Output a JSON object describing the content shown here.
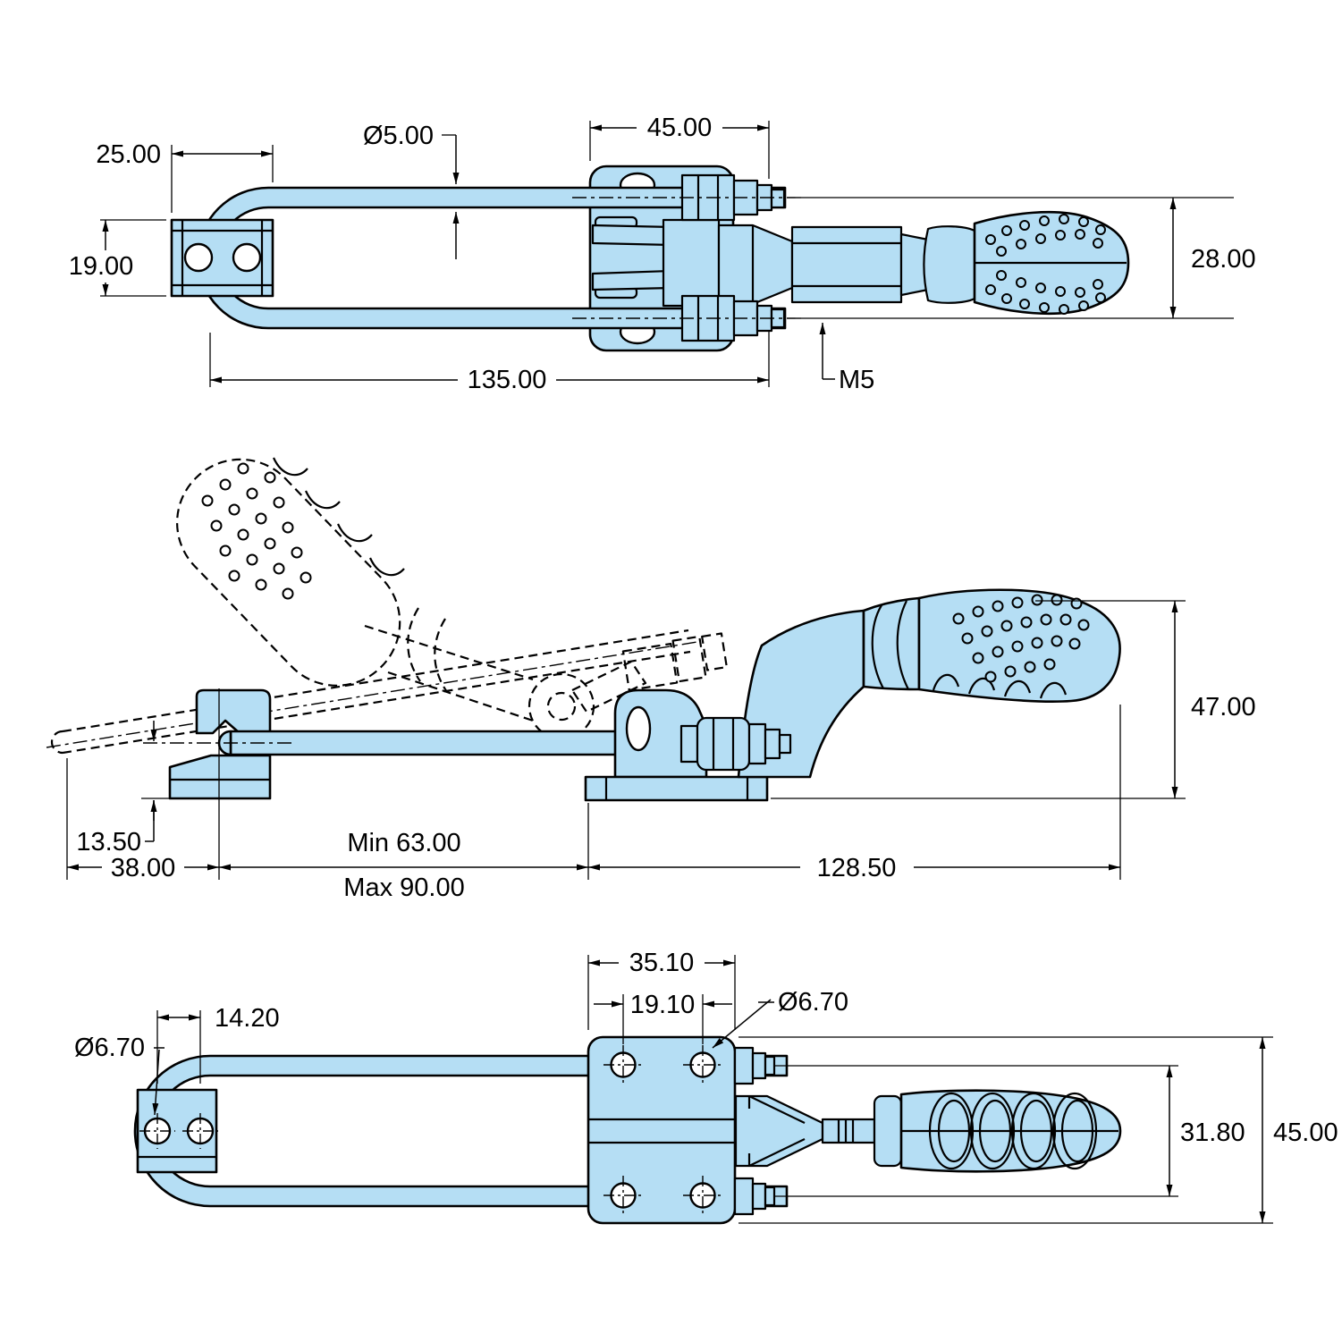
{
  "drawing": {
    "part_fill_color": "#b5def4",
    "line_color": "#000000",
    "background_color": "#ffffff",
    "top_view": {
      "d45": "45.00",
      "d5": "Ø5.00",
      "d25": "25.00",
      "d19": "19.00",
      "d28": "28.00",
      "d135": "135.00",
      "m5": "M5"
    },
    "side_view": {
      "d47": "47.00",
      "d13_5": "13.50",
      "d38": "38.00",
      "dmin": "Min 63.00",
      "dmax": "Max 90.00",
      "d128_5": "128.50"
    },
    "bottom_view": {
      "d35_1": "35.10",
      "d19_1": "19.10",
      "d6_7_top": "Ø6.70",
      "d14_2": "14.20",
      "d6_7_left": "Ø6.70",
      "d31_8": "31.80",
      "d45": "45.00"
    }
  }
}
